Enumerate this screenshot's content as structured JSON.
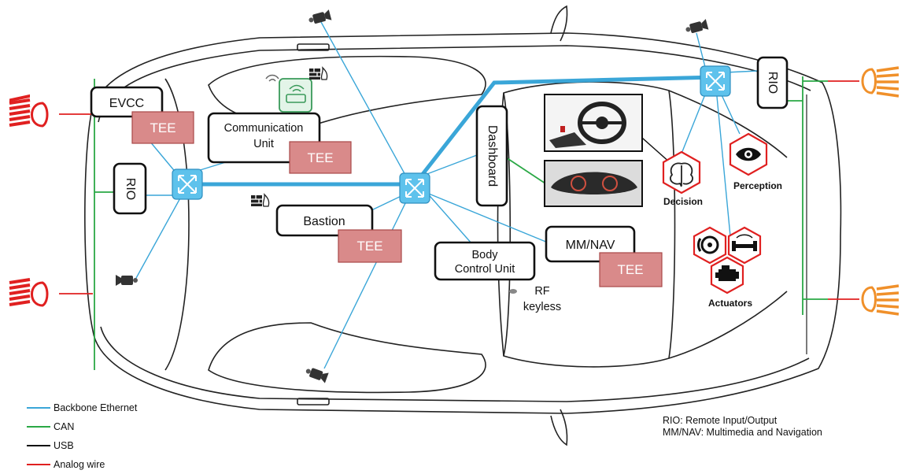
{
  "boxes": {
    "evcc": "EVCC",
    "rio_left": "RIO",
    "rio_right": "RIO",
    "comm_line1": "Communication",
    "comm_line2": "Unit",
    "bastion": "Bastion",
    "dashboard": "Dashboard",
    "body_line1": "Body",
    "body_line2": "Control Unit",
    "mmnav": "MM/NAV",
    "tee": "TEE"
  },
  "labels": {
    "rf_line1": "RF",
    "rf_line2": "keyless",
    "decision": "Decision",
    "perception": "Perception",
    "actuators": "Actuators"
  },
  "legend": [
    {
      "label": "Backbone Ethernet",
      "color": "#3aa6d8"
    },
    {
      "label": "CAN",
      "color": "#2aa845"
    },
    {
      "label": "USB",
      "color": "#111111"
    },
    {
      "label": "Analog wire",
      "color": "#e02020"
    }
  ],
  "notes": [
    "RIO: Remote Input/Output",
    "MM/NAV: Multimedia and Navigation"
  ],
  "colors": {
    "ethernet": "#3aa6d8",
    "can": "#2aa845",
    "analog": "#e02020",
    "tee_fill": "#d98a8a",
    "tee_stroke": "#a84848",
    "headlight": "#e02020",
    "taillight": "#f0902a",
    "switch": "#5ec2ec"
  },
  "icons": {
    "switch": "network-switch-icon",
    "camera": "camera-icon",
    "router": "wifi-router-icon",
    "firewall": "firewall-icon",
    "brain": "brain-icon",
    "eye": "eye-icon",
    "brake": "brake-disc-icon",
    "steering": "steering-icon",
    "engine": "engine-icon"
  }
}
